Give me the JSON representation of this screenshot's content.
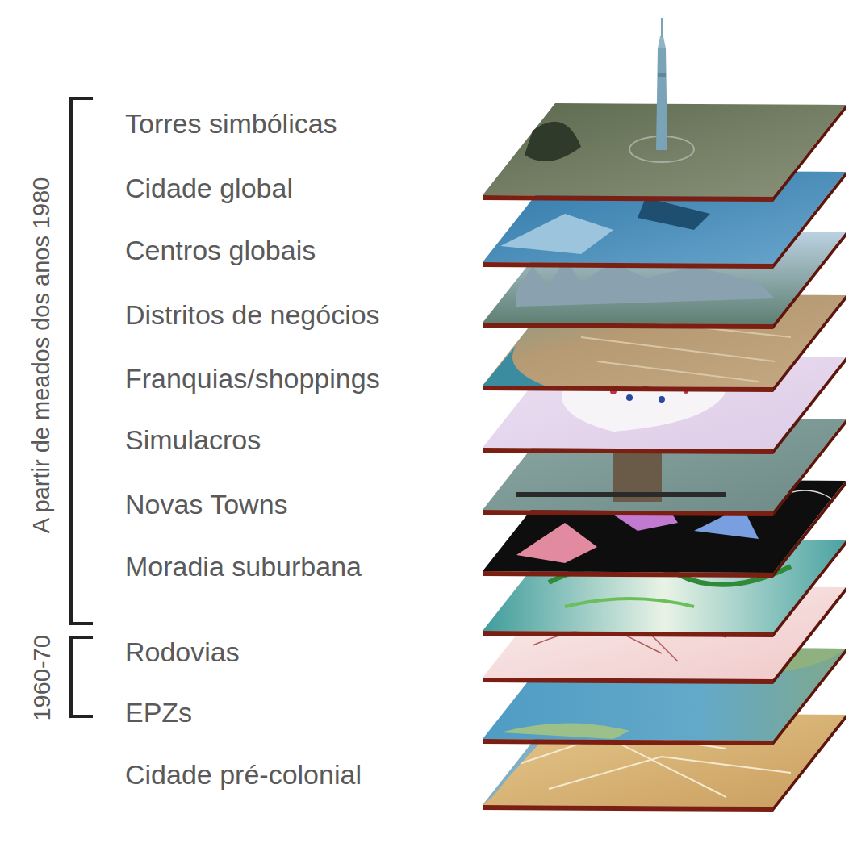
{
  "diagram": {
    "labels": [
      "A partir de meados dos anos 1980",
      "Torres simbólicas",
      "Cidade global",
      "Centros globais",
      "Distritos de negócios",
      "Franquias/shoppings",
      "Simulacros",
      "Novas Towns",
      "Moradia suburbana",
      "1960-70",
      "Rodovias",
      "EPZs",
      "Cidade pré-colonial"
    ]
  }
}
